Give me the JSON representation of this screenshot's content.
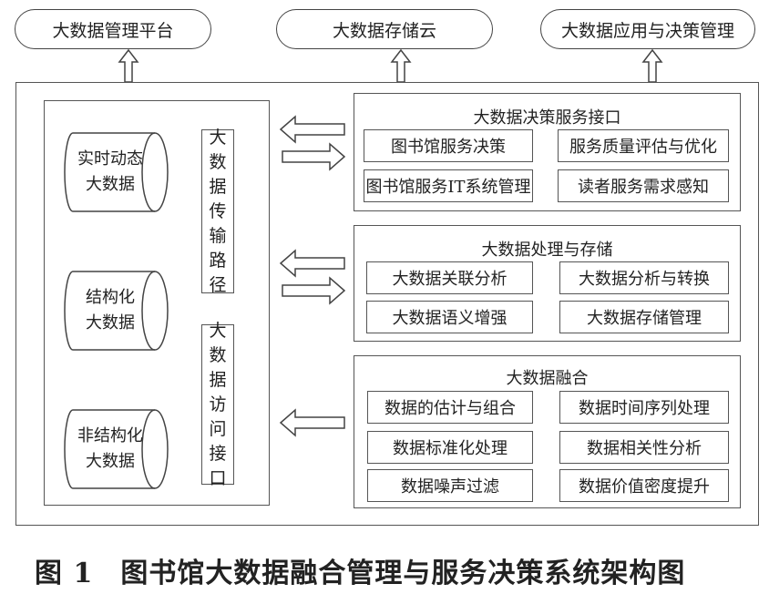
{
  "top_boxes": [
    "大数据管理平台",
    "大数据存储云",
    "大数据应用与决策管理"
  ],
  "left_panel": {
    "cylinders": [
      "实时动态\n大数据",
      "结构化\n大数据",
      "非结构化\n大数据"
    ],
    "vertical_labels": [
      "大数据传输路径",
      "大数据访问接口"
    ]
  },
  "sections": [
    {
      "title": "大数据决策服务接口",
      "items": [
        "图书馆服务决策",
        "服务质量评估与优化",
        "图书馆服务IT系统管理",
        "读者服务需求感知"
      ]
    },
    {
      "title": "大数据处理与存储",
      "items": [
        "大数据关联分析",
        "大数据分析与转换",
        "大数据语义增强",
        "大数据存储管理"
      ]
    },
    {
      "title": "大数据融合",
      "items": [
        "数据的估计与组合",
        "数据时间序列处理",
        "数据标准化处理",
        "数据相关性分析",
        "数据噪声过滤",
        "数据价值密度提升"
      ]
    }
  ],
  "caption": {
    "label": "图 1",
    "title": "图书馆大数据融合管理与服务决策系统架构图"
  }
}
